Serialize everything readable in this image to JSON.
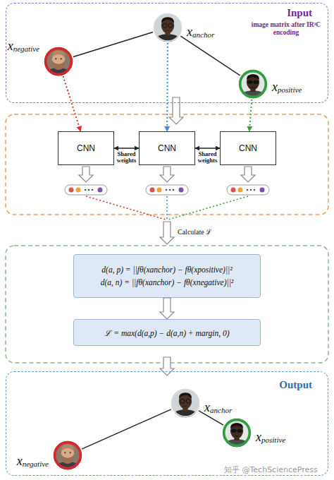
{
  "diagram": {
    "nodes": [
      {
        "text": [
          "Input",
          "image matrix after IR³C encoding"
        ]
      },
      {
        "text": [
          "xanchor"
        ],
        "in": 0
      },
      {
        "text": [
          "xnegative"
        ],
        "in": 0
      },
      {
        "text": [
          "xpositive"
        ],
        "in": 0
      },
      {
        "text": [
          "CNN"
        ]
      },
      {
        "text": [
          "CNN"
        ]
      },
      {
        "text": [
          "CNN"
        ]
      },
      {
        "text": [
          "d(a, p) = ||fθ(xanchor) − fθ(xpositive)||²",
          "d(a, n) = ||fθ(xanchor) − fθ(xnegative)||²"
        ]
      },
      {
        "text": [
          "ℒ = max(d(a,p) − d(a,n) + margin, 0)"
        ]
      },
      {
        "text": [
          "Output"
        ]
      },
      {
        "text": [
          "xanchor"
        ],
        "in": 9
      },
      {
        "text": [
          "xnegative"
        ],
        "in": 9
      },
      {
        "text": [
          "xpositive"
        ],
        "in": 9
      }
    ],
    "edges": [
      {
        "from": 1,
        "to": 2,
        "arrow": "none"
      },
      {
        "from": 1,
        "to": 3,
        "arrow": "none"
      },
      {
        "from": 2,
        "to": 4,
        "arrow": "to"
      },
      {
        "from": 1,
        "to": 5,
        "arrow": "to"
      },
      {
        "from": 3,
        "to": 6,
        "arrow": "to"
      },
      {
        "from": 4,
        "to": 5,
        "label": "Shared weights",
        "arrow": "both"
      },
      {
        "from": 5,
        "to": 6,
        "label": "Shared weights",
        "arrow": "both"
      },
      {
        "from": 7,
        "to": 8,
        "arrow": "to"
      },
      {
        "from": 10,
        "to": 11,
        "arrow": "none"
      },
      {
        "from": 10,
        "to": 12,
        "arrow": "none"
      }
    ],
    "labels": [
      "Calculate ℒ",
      "知乎 @TechSciencePress"
    ]
  }
}
